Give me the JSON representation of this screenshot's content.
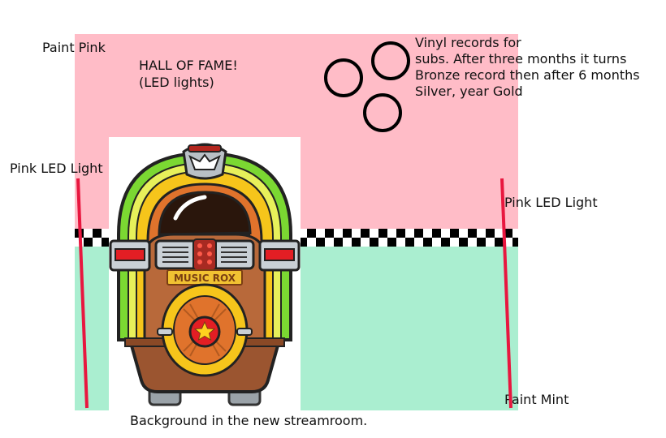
{
  "labels": {
    "paint_pink": "Paint Pink",
    "pink_led_left": "Pink LED Light",
    "pink_led_right": "Pink LED Light",
    "paint_mint": "Paint Mint",
    "caption": "Background in the new streamroom."
  },
  "hall_of_fame": {
    "line1": "HALL OF FAME!",
    "line2": "(LED lights)"
  },
  "vinyl_note": {
    "line1": "Vinyl records for",
    "line2": "subs. After three months it turns",
    "line3": "Bronze record then after 6 months",
    "line4": "Silver, year Gold"
  },
  "jukebox": {
    "sign": "MUSIC ROX"
  },
  "colors": {
    "pink_wall": "#ffbcc7",
    "mint_wall": "#aaeed0",
    "led_red": "#e8173f",
    "checker_dark": "#000000",
    "checker_light": "#ffffff"
  }
}
